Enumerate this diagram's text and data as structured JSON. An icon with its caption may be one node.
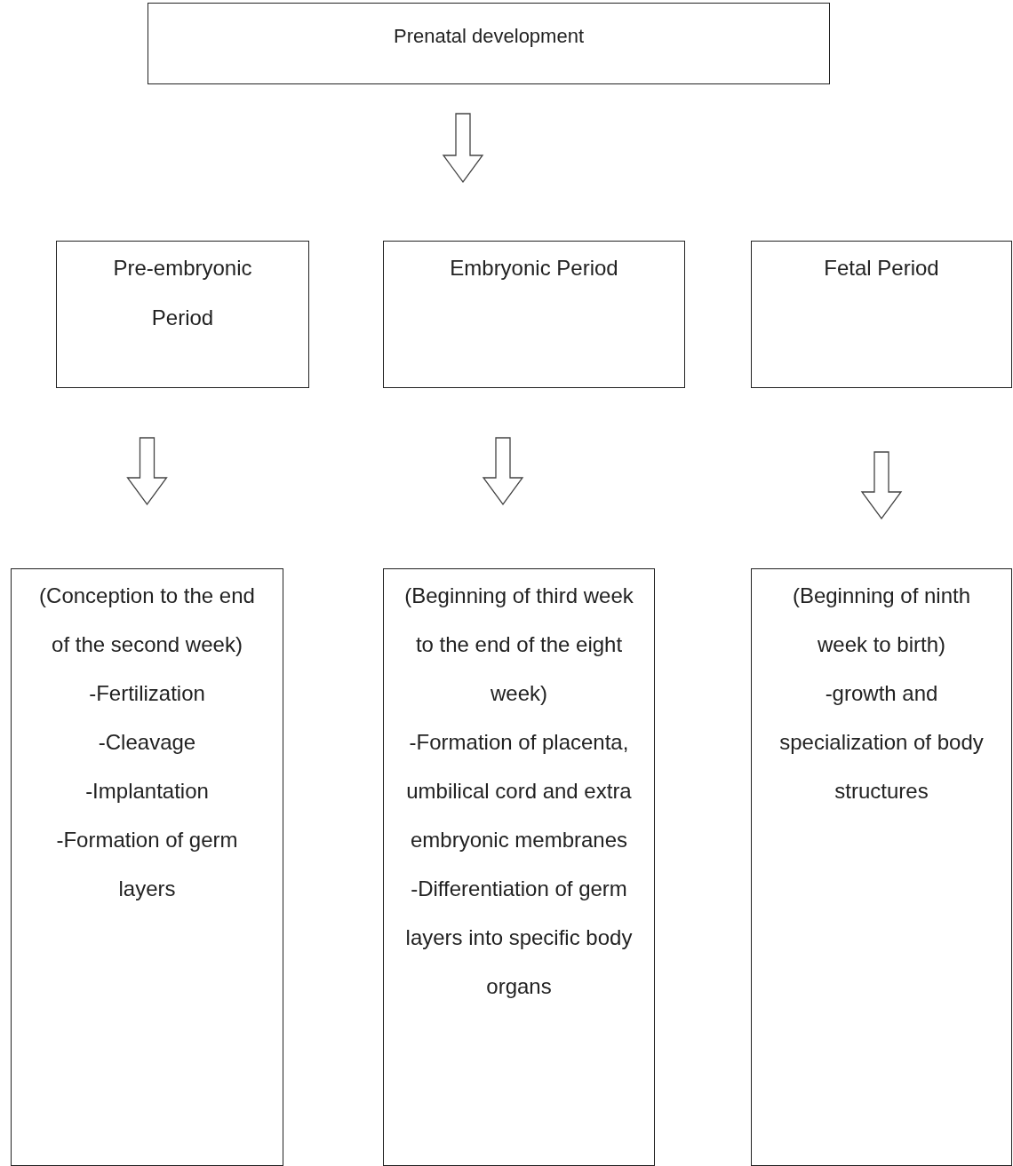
{
  "diagram": {
    "nodes": [
      {
        "text": [
          "Prenatal development"
        ]
      },
      {
        "text": [
          "Pre-embryonic Period"
        ]
      },
      {
        "text": [
          "Embryonic Period"
        ]
      },
      {
        "text": [
          "Fetal Period"
        ]
      },
      {
        "text": [
          "(Conception to the end of the second week)",
          "-Fertilization",
          "-Cleavage",
          "-Implantation",
          "-Formation of germ layers"
        ]
      },
      {
        "text": [
          "(Beginning of third week to the end of the eight week)",
          "-Formation of placenta, umbilical cord and extra embryonic membranes",
          "-Differentiation of germ layers into specific body organs"
        ]
      },
      {
        "text": [
          "(Beginning of ninth week to birth)",
          "-growth and specialization of body structures"
        ]
      }
    ],
    "edges": [
      {
        "from": 0,
        "to": 2,
        "arrow": "to"
      },
      {
        "from": 1,
        "to": 4,
        "arrow": "to"
      },
      {
        "from": 2,
        "to": 5,
        "arrow": "to"
      },
      {
        "from": 3,
        "to": 6,
        "arrow": "to"
      }
    ]
  }
}
